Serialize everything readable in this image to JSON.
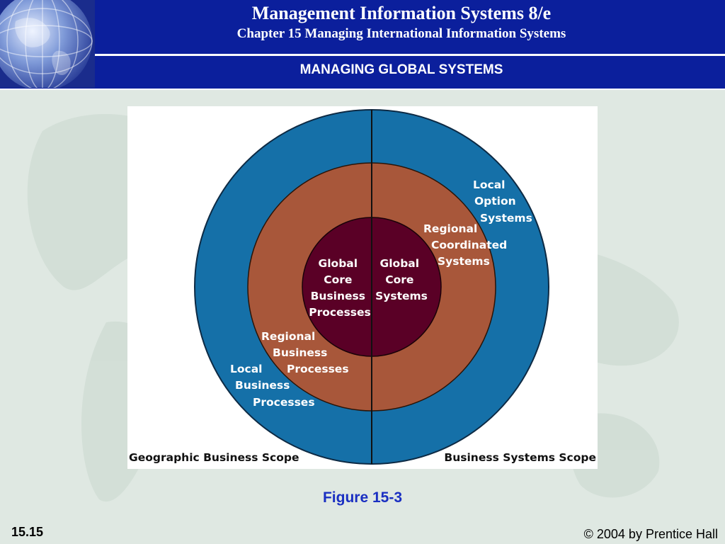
{
  "header": {
    "title": "Management Information Systems 8/e",
    "chapter": "Chapter 15 Managing International Information Systems"
  },
  "slide": {
    "heading": "MANAGING GLOBAL SYSTEMS"
  },
  "figure": {
    "left_inner": [
      "Global",
      "Core",
      "Business",
      "Processes"
    ],
    "right_inner": [
      "Global",
      "Core",
      "Systems"
    ],
    "right_middle": [
      "Regional",
      "Coordinated",
      "Systems"
    ],
    "right_outer": [
      "Local",
      "Option",
      "Systems"
    ],
    "left_middle": [
      "Regional",
      "Business",
      "Processes"
    ],
    "left_outer": [
      "Local",
      "Business",
      "Processes"
    ],
    "left_scope": "Geographic Business Scope",
    "right_scope": "Business Systems Scope",
    "caption": "Figure 15-3"
  },
  "footer": {
    "slide_number": "15.15",
    "copyright": "© 2004 by Prentice Hall"
  },
  "colors": {
    "header_bg": "#0b1f9c",
    "outer_ring": "#1570a8",
    "middle_ring": "#a8573a",
    "inner_circle": "#5a0026",
    "caption": "#1a2fc2"
  }
}
